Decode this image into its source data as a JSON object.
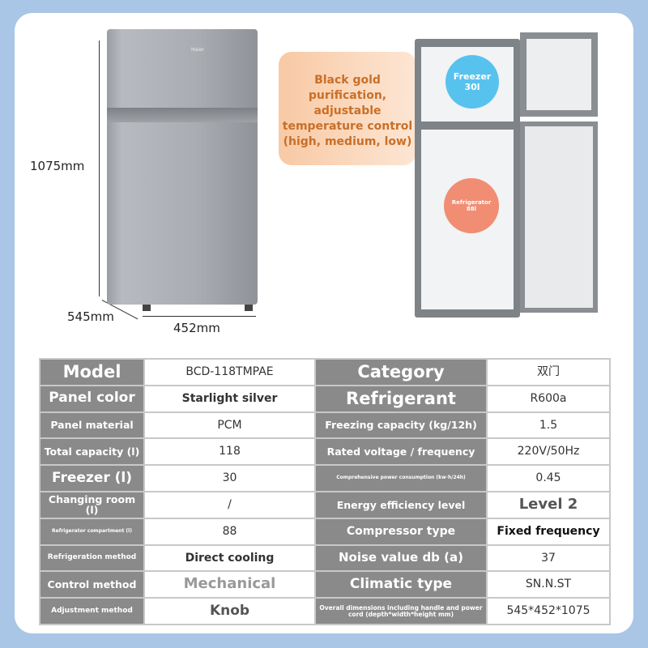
{
  "dimensions": {
    "height": "1075mm",
    "depth": "545mm",
    "width": "452mm"
  },
  "brand": "Haier",
  "callout": "Black gold purification, adjustable temperature control (high, medium, low)",
  "freezer_bubble": {
    "label": "Freezer",
    "value": "30l"
  },
  "fridge_bubble": {
    "label": "Refrigerator",
    "value": "88l"
  },
  "colors": {
    "header_cell": "#8a8a8a",
    "background": "#a9c6e6",
    "callout_text": "#c96f28",
    "freezer_bubble": "#3db8ec",
    "fridge_bubble": "#f07a5a"
  },
  "specs": [
    {
      "l1": "Model",
      "v1": "BCD-118TMPAE",
      "l2": "Category",
      "v2": "双门"
    },
    {
      "l1": "Panel color",
      "v1": "Starlight silver",
      "l2": "Refrigerant",
      "v2": "R600a"
    },
    {
      "l1": "Panel material",
      "v1": "PCM",
      "l2": "Freezing capacity (kg/12h)",
      "v2": "1.5"
    },
    {
      "l1": "Total capacity (l)",
      "v1": "118",
      "l2": "Rated voltage / frequency",
      "v2": "220V/50Hz"
    },
    {
      "l1": "Freezer (l)",
      "v1": "30",
      "l2": "Comprehensive power consumption (kw·h/24h)",
      "v2": "0.45"
    },
    {
      "l1": "Changing room (l)",
      "v1": "/",
      "l2": "Energy efficiency level",
      "v2": "Level 2"
    },
    {
      "l1": "Refrigerator compartment (l)",
      "v1": "88",
      "l2": "Compressor type",
      "v2": "Fixed frequency"
    },
    {
      "l1": "Refrigeration method",
      "v1": "Direct cooling",
      "l2": "Noise value db (a)",
      "v2": "37"
    },
    {
      "l1": "Control method",
      "v1": "Mechanical",
      "l2": "Climatic type",
      "v2": "SN.N.ST"
    },
    {
      "l1": "Adjustment method",
      "v1": "Knob",
      "l2": "Overall dimensions including handle and power cord (depth*width*height mm)",
      "v2": "545*452*1075"
    }
  ]
}
